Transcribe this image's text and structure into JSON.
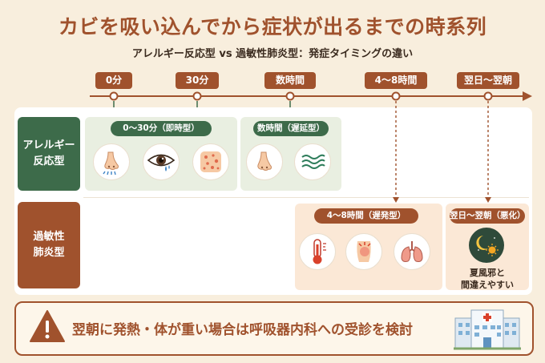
{
  "header": {
    "title": "カビを吸い込んでから症状が出るまでの時系列",
    "subtitle": "アレルギー反応型 vs 過敏性肺炎型：発症タイミングの違い"
  },
  "timeline": {
    "markers": [
      "0分",
      "30分",
      "数時間",
      "4～8時間",
      "翌日～翌朝"
    ]
  },
  "rows": {
    "allergy": {
      "label_line1": "アレルギー",
      "label_line2": "反応型",
      "phase_immediate": "0～30分（即時型）",
      "phase_delayed": "数時間（遅延型）"
    },
    "hypersensitivity": {
      "label_line1": "過敏性",
      "label_line2": "肺炎型",
      "phase_late": "4～8時間（遅発型）",
      "phase_worse": "翌日～翌朝（悪化）",
      "note_line1": "夏風邪と",
      "note_line2": "間違えやすい"
    }
  },
  "icons": {
    "allergy_immediate": [
      "nose-sneeze-icon",
      "teary-eye-icon",
      "skin-rash-icon"
    ],
    "allergy_delayed": [
      "nose-icon",
      "wheeze-wind-icon"
    ],
    "hypersensitivity_late": [
      "thermometer-fever-icon",
      "body-ache-icon",
      "lungs-icon"
    ],
    "hypersensitivity_worse": [
      "night-moon-sun-icon"
    ],
    "banner": [
      "warning-icon",
      "hospital-icon"
    ]
  },
  "banner": {
    "text": "翌朝に発熱・体が重い場合は呼吸器内科への受診を検討"
  },
  "colors": {
    "brown": "#a0522d",
    "green": "#3d6b4a",
    "light_green": "#e9efe1",
    "peach": "#fbe8d6",
    "background": "#f8eedd"
  }
}
